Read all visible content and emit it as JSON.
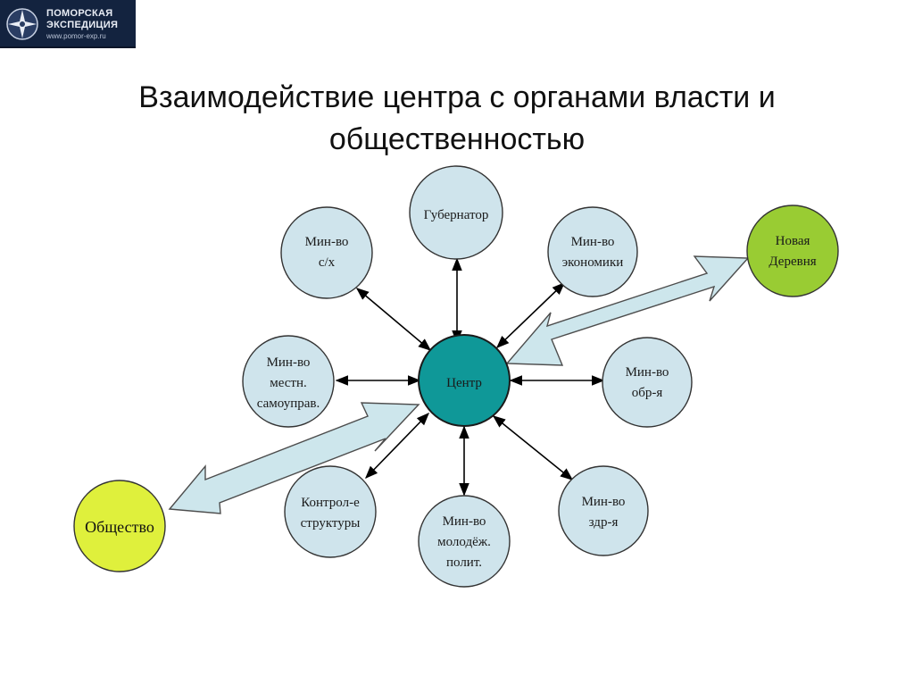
{
  "logo": {
    "line1": "ПОМОРСКАЯ",
    "line2": "ЭКСПЕДИЦИЯ",
    "url": "www.pomor-exp.ru"
  },
  "title": {
    "line1": "Взаимодействие центра с органами власти и",
    "line2": "общественностью"
  },
  "colors": {
    "node_fill": "#cfe4ec",
    "center_fill": "#0f9898",
    "external_green": "#99cc33",
    "external_yellow": "#dff03c",
    "arrow_fill": "#cde6ec"
  },
  "nodes": {
    "center": {
      "label": "Центр"
    },
    "governor": {
      "label": "Губернатор"
    },
    "min_sx": {
      "line1": "Мин-во",
      "line2": "с/х"
    },
    "min_econ": {
      "line1": "Мин-во",
      "line2": "экономики"
    },
    "min_local": {
      "line1": "Мин-во",
      "line2": "местн.",
      "line3": "самоуправ."
    },
    "min_edu": {
      "line1": "Мин-во",
      "line2": "обр-я"
    },
    "control": {
      "line1": "Контрол-е",
      "line2": "структуры"
    },
    "min_youth": {
      "line1": "Мин-во",
      "line2": "молодёж.",
      "line3": "полит."
    },
    "min_health": {
      "line1": "Мин-во",
      "line2": "здр-я"
    },
    "new_village": {
      "line1": "Новая",
      "line2": "Деревня"
    },
    "society": {
      "label": "Общество"
    }
  }
}
